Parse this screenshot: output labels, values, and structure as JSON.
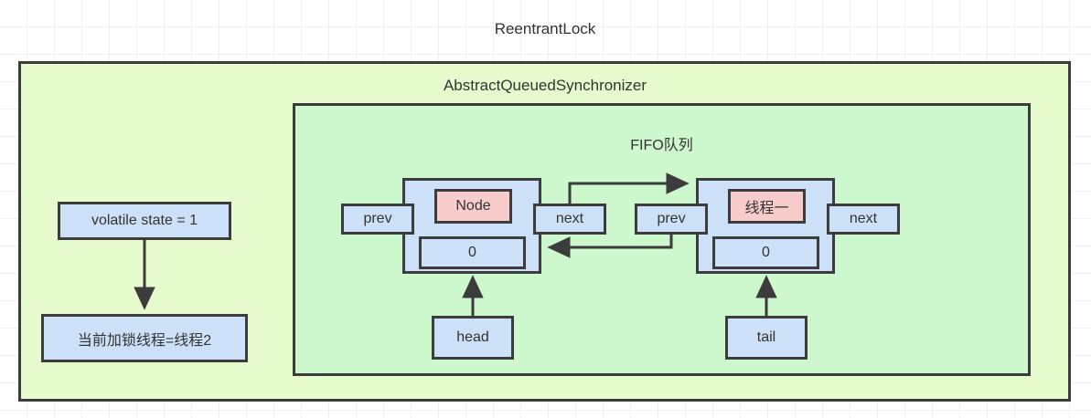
{
  "diagram": {
    "outer_title": "ReentrantLock",
    "inner_title": "AbstractQueuedSynchronizer",
    "queue_title": "FIFO队列",
    "colors": {
      "outer_fill": "#e5fbcd",
      "queue_fill": "#cdf7cd",
      "box_fill": "#cce0f8",
      "highlight_fill": "#f9cccc",
      "stroke": "#3c3c3c",
      "text": "#333333",
      "grid": "#f0f0f0",
      "page_bg": "#ffffff"
    }
  },
  "left_column": {
    "state_box": "volatile state = 1",
    "thread_box": "当前加锁线程=线程2"
  },
  "nodes": [
    {
      "label": "Node",
      "value": "0",
      "prev_label": "prev",
      "next_label": "next",
      "pointer_label": "head"
    },
    {
      "label": "线程一",
      "value": "0",
      "prev_label": "prev",
      "next_label": "next",
      "pointer_label": "tail"
    }
  ],
  "pointers": {
    "head": "head",
    "tail": "tail"
  }
}
